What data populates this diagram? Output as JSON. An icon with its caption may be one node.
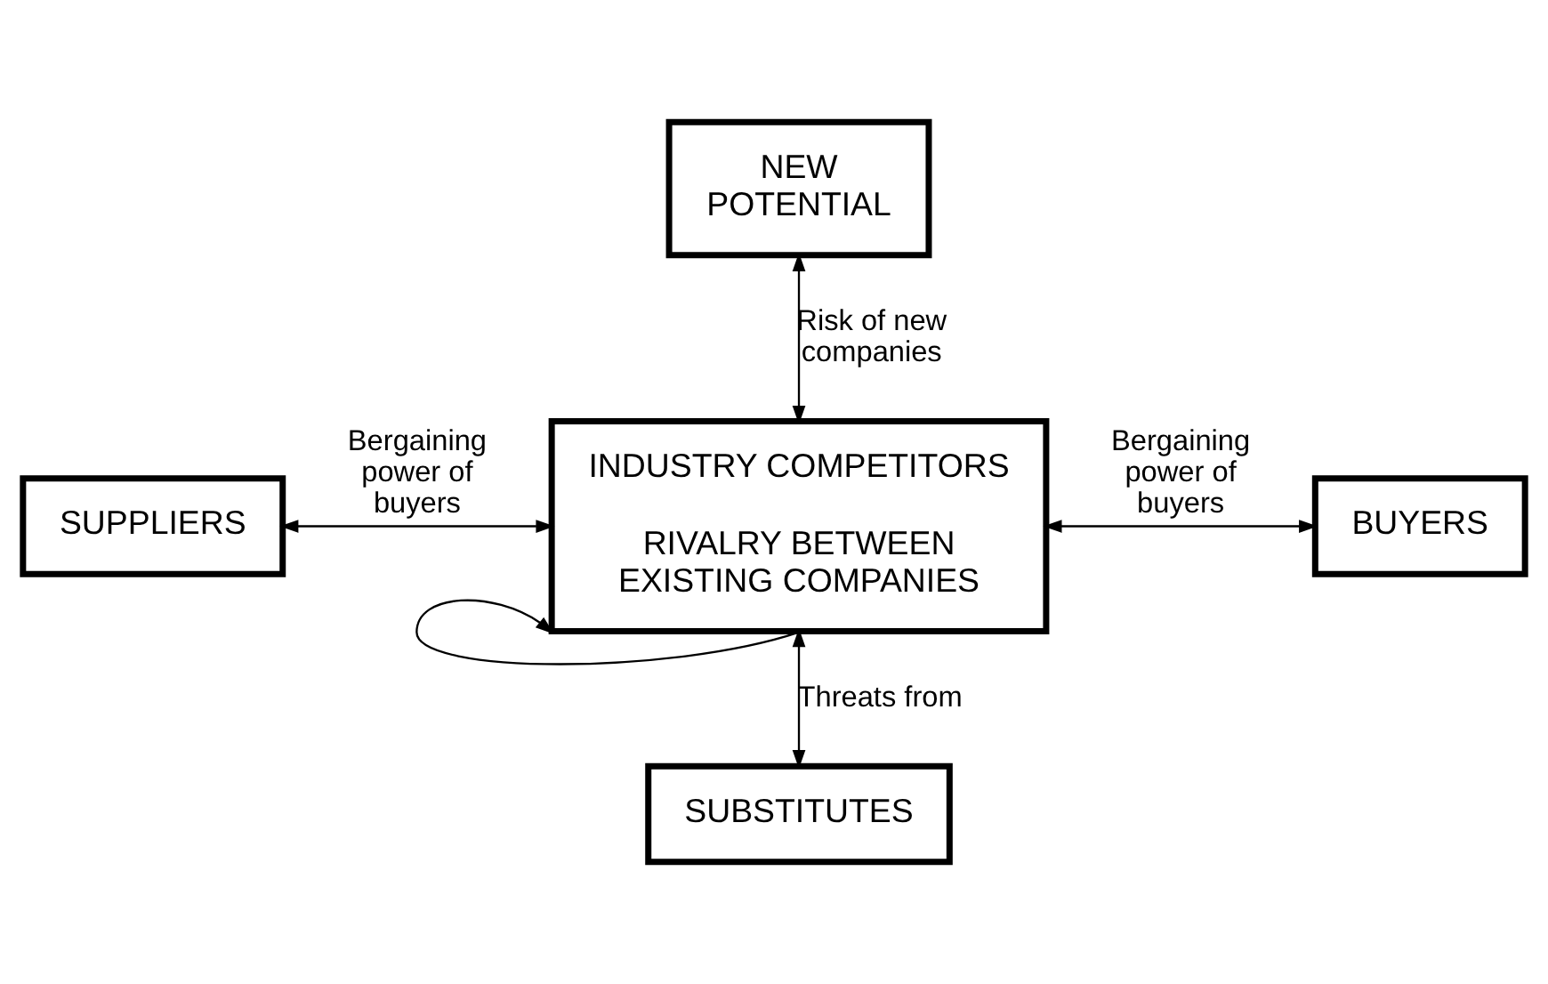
{
  "diagram": {
    "nodes": [
      {
        "text": [
          "NEW POTENTIAL"
        ]
      },
      {
        "text": [
          "SUPPLIERS"
        ]
      },
      {
        "text": [
          "INDUSTRY COMPETITORS",
          "RIVALRY BETWEEN EXISTING COMPANIES"
        ]
      },
      {
        "text": [
          "BUYERS"
        ]
      },
      {
        "text": [
          "SUBSTITUTES"
        ]
      }
    ],
    "edges": [
      {
        "from": 0,
        "to": 2,
        "arrow": "both",
        "label": "Risk of new companies"
      },
      {
        "from": 1,
        "to": 2,
        "arrow": "both",
        "label": "Bergaining power of buyers"
      },
      {
        "from": 2,
        "to": 3,
        "arrow": "both",
        "label": "Bergaining power of buyers"
      },
      {
        "from": 2,
        "to": 4,
        "arrow": "both",
        "label": "Threats from"
      },
      {
        "from": 2,
        "to": 2,
        "arrow": "to"
      }
    ]
  }
}
